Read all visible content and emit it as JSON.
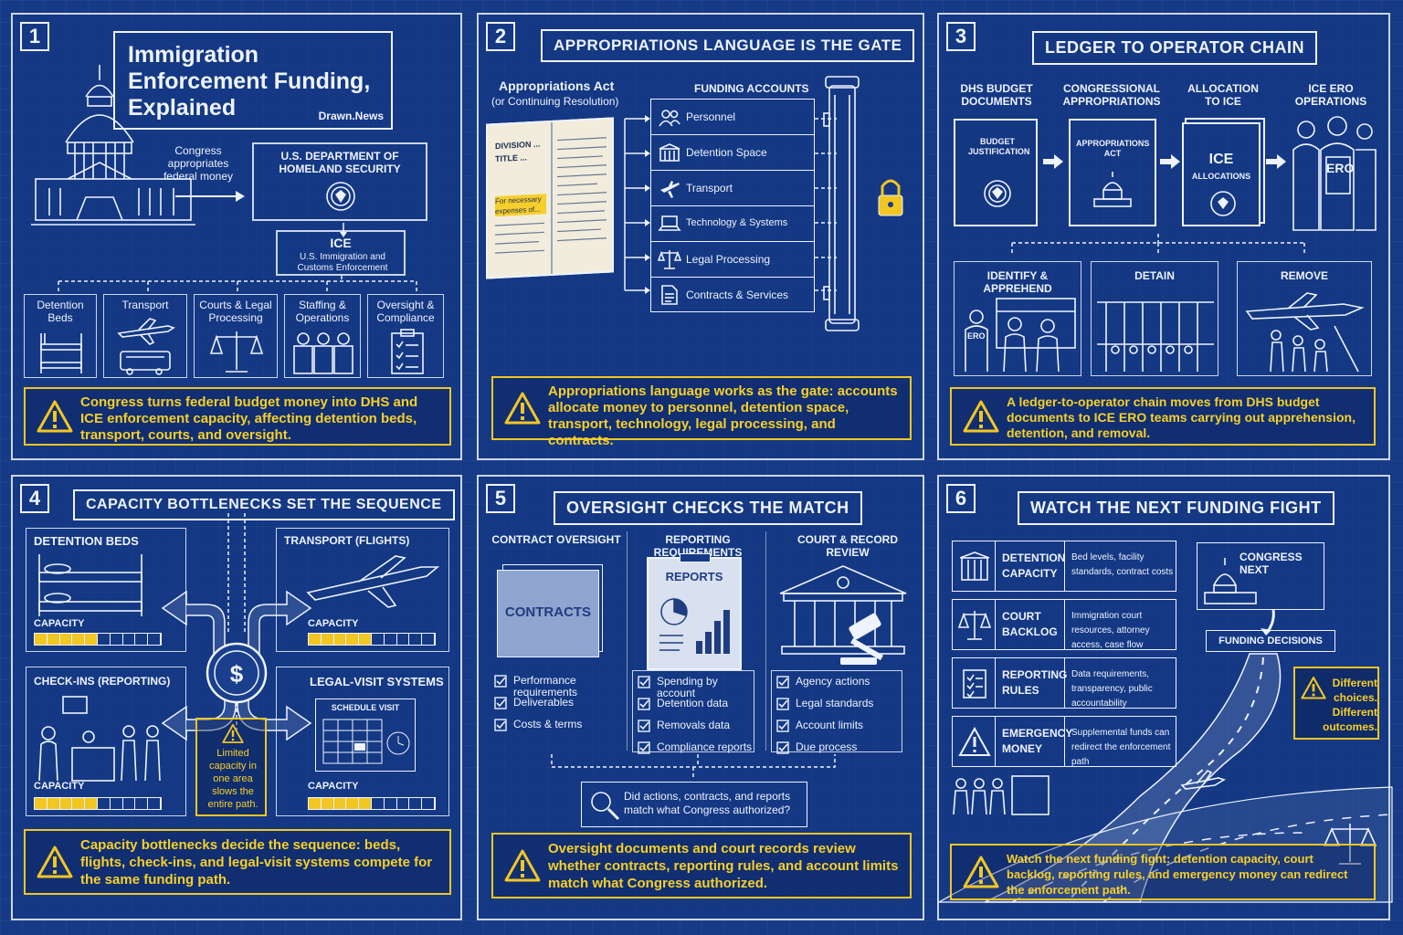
{
  "p1": {
    "num": "1",
    "title": "Immigration Enforcement Funding, Explained",
    "byline": "Drawn.News",
    "congress_note": "Congress appropriates federal money",
    "dhs": "U.S. DEPARTMENT OF HOMELAND SECURITY",
    "ice": "ICE",
    "ice_full": "U.S. Immigration and Customs Enforcement",
    "categories": [
      "Detention Beds",
      "Transport",
      "Courts & Legal Processing",
      "Staffing & Operations",
      "Oversight & Compliance"
    ],
    "warning": "Congress turns federal budget money into DHS and ICE enforcement capacity, affecting detention beds, transport, courts, and oversight."
  },
  "p2": {
    "num": "2",
    "title": "APPROPRIATIONS LANGUAGE IS THE GATE",
    "act": "Appropriations Act",
    "act_sub": "(or Continuing Resolution)",
    "book_division": "DIVISION ...",
    "book_title": "TITLE ...",
    "book_highlight": "For necessary expenses of...",
    "accounts_header": "FUNDING ACCOUNTS",
    "accounts": [
      "Personnel",
      "Detention Space",
      "Transport",
      "Technology & Systems",
      "Legal Processing",
      "Contracts & Services"
    ],
    "warning": "Appropriations language works as the gate: accounts allocate money to personnel, detention space, transport, technology, legal processing, and contracts."
  },
  "p3": {
    "num": "3",
    "title": "LEDGER TO OPERATOR CHAIN",
    "steps": [
      "DHS BUDGET DOCUMENTS",
      "CONGRESSIONAL APPROPRIATIONS",
      "ALLOCATION TO ICE",
      "ICE ERO OPERATIONS"
    ],
    "doc1": "BUDGET JUSTIFICATION",
    "doc2": "APPROPRIATIONS ACT",
    "doc3_big": "ICE",
    "doc3_small": "ALLOCATIONS",
    "ero": "ERO",
    "actions": [
      "IDENTIFY & APPREHEND",
      "DETAIN",
      "REMOVE"
    ],
    "warning": "A ledger-to-operator chain moves from DHS budget documents to ICE ERO teams carrying out apprehension, detention, and removal."
  },
  "p4": {
    "num": "4",
    "title": "CAPACITY BOTTLENECKS SET THE SEQUENCE",
    "boxes": [
      "DETENTION BEDS",
      "TRANSPORT (FLIGHTS)",
      "CHECK-INS (REPORTING)",
      "LEGAL-VISIT SYSTEMS"
    ],
    "capacity_label": "CAPACITY",
    "capacity_levels": [
      0.45,
      0.45,
      0.45,
      0.45
    ],
    "schedule": "SCHEDULE VISIT",
    "note": "Limited capacity in one area slows the entire path.",
    "warning": "Capacity bottlenecks decide the sequence: beds, flights, check-ins, and legal-visit systems compete for the same funding path."
  },
  "p5": {
    "num": "5",
    "title": "OVERSIGHT CHECKS THE MATCH",
    "cols": [
      "CONTRACT OVERSIGHT",
      "REPORTING REQUIREMENTS",
      "COURT & RECORD REVIEW"
    ],
    "folder": "CONTRACTS",
    "reports": "REPORTS",
    "checks1": [
      "Performance requirements",
      "Deliverables",
      "Costs & terms"
    ],
    "checks2": [
      "Spending by account",
      "Detention data",
      "Removals data",
      "Compliance reports"
    ],
    "checks3": [
      "Agency actions",
      "Legal standards",
      "Account limits",
      "Due process"
    ],
    "question": "Did actions, contracts, and reports match what Congress authorized?",
    "warning": "Oversight documents and court records review whether contracts, reporting rules, and account limits match what Congress authorized."
  },
  "p6": {
    "num": "6",
    "title": "WATCH THE NEXT FUNDING FIGHT",
    "rows": [
      {
        "label": "DETENTION CAPACITY",
        "desc": "Bed levels, facility standards, contract costs"
      },
      {
        "label": "COURT BACKLOG",
        "desc": "Immigration court resources, attorney access, case flow"
      },
      {
        "label": "REPORTING RULES",
        "desc": "Data requirements, transparency, public accountability"
      },
      {
        "label": "EMERGENCY MONEY",
        "desc": "Supplemental funds can redirect the enforcement path"
      }
    ],
    "congress_next": "CONGRESS NEXT",
    "funding_decisions": "FUNDING DECISIONS",
    "callout": "Different choices. Different outcomes.",
    "warning": "Watch the next funding fight: detention capacity, court backlog, reporting rules, and emergency money can redirect the enforcement path."
  },
  "colors": {
    "background": "#163a86",
    "line": "#eef3ff",
    "warning": "#f2c623"
  }
}
